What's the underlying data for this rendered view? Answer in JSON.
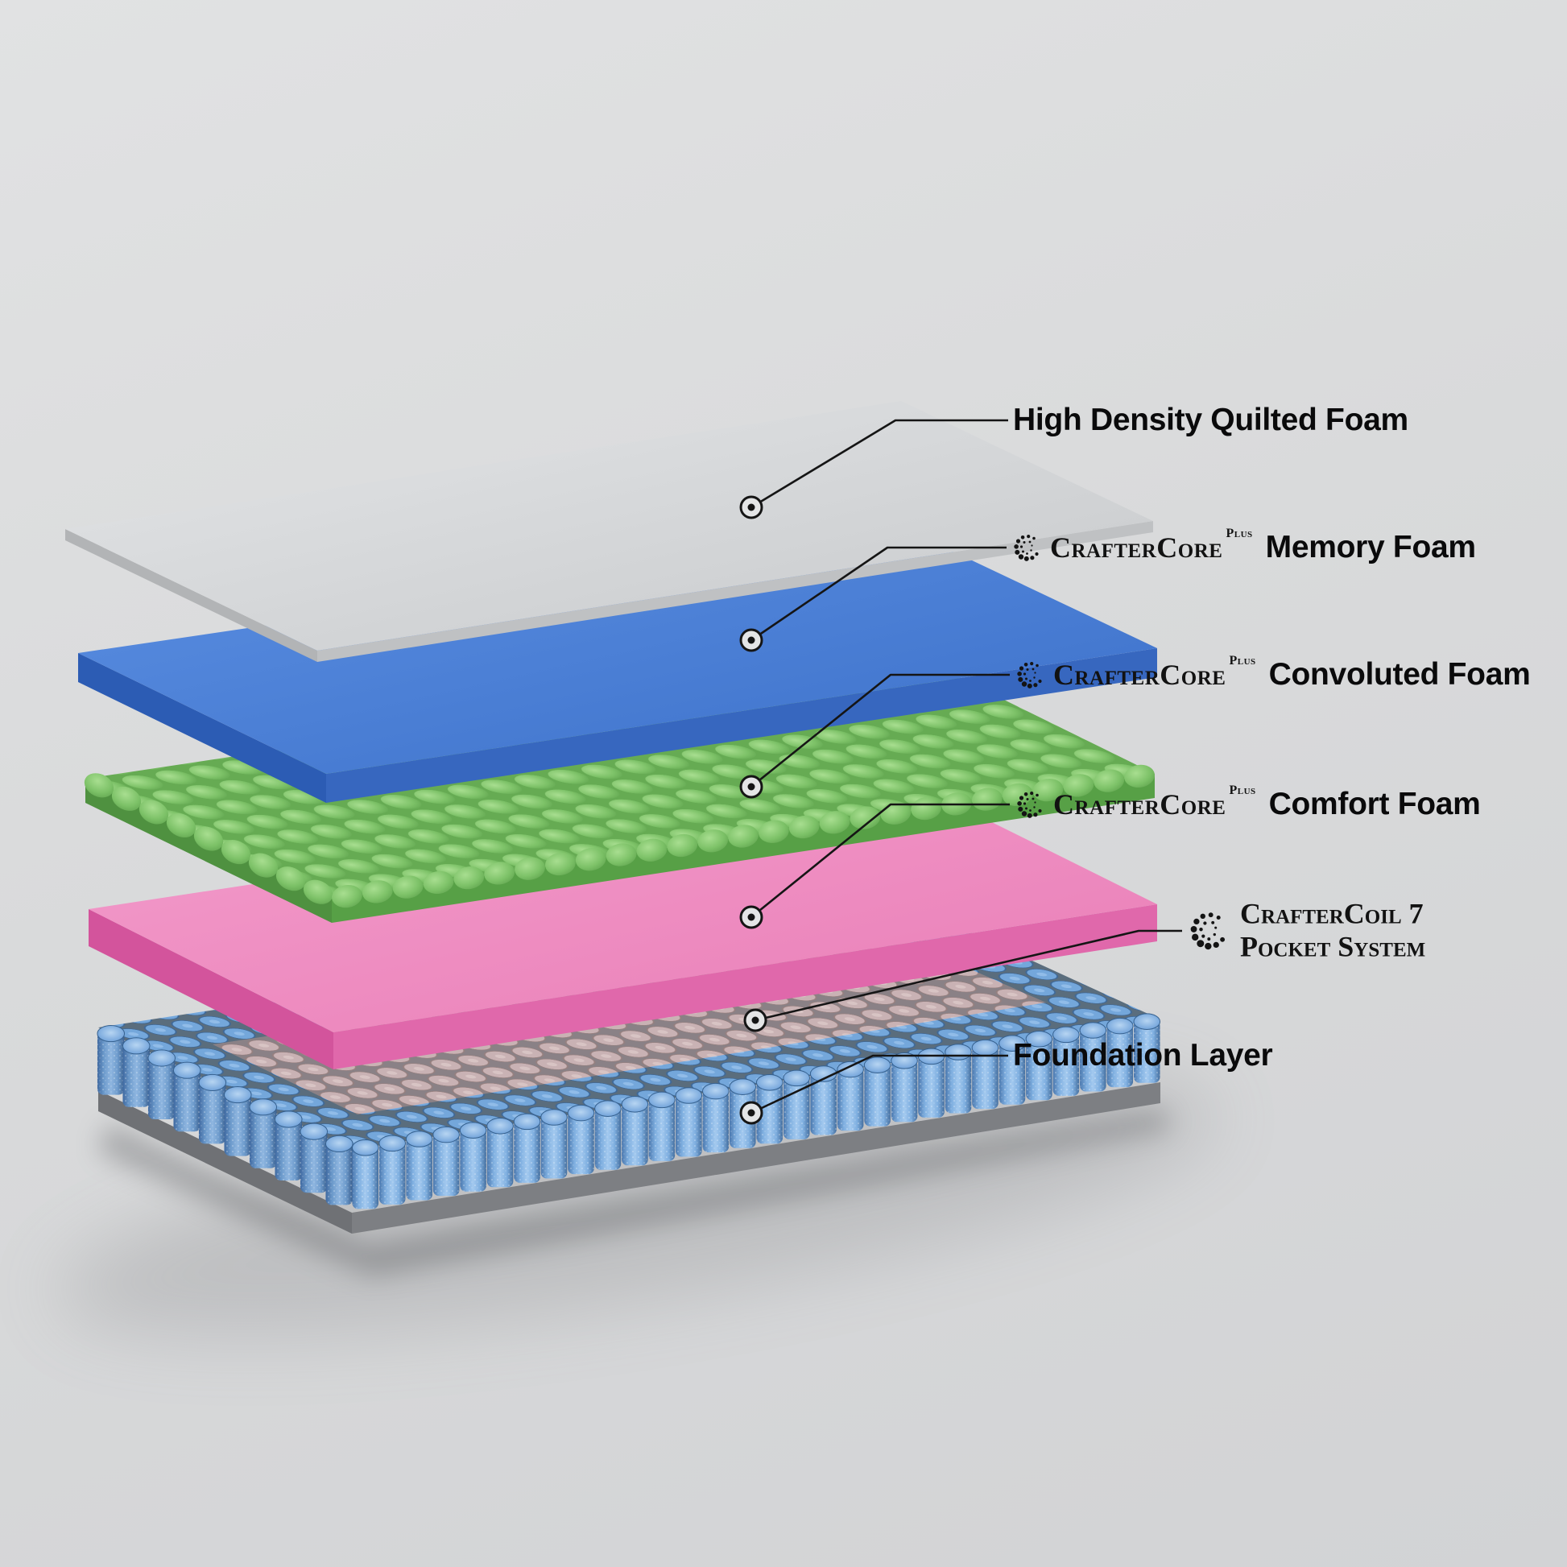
{
  "scene": {
    "title": "Mattress layers exploded diagram",
    "background_color": "#d9dadb",
    "line_color": "#151515"
  },
  "callouts": {
    "quilted": {
      "label": "High Density Quilted Foam"
    },
    "memory": {
      "brand": "CrafterCore",
      "brand_sup": "Plus",
      "label": "Memory Foam"
    },
    "convoluted": {
      "brand": "CrafterCore",
      "brand_sup": "Plus",
      "label": "Convoluted Foam"
    },
    "comfort": {
      "brand": "CrafterCore",
      "brand_sup": "Plus",
      "label": "Comfort Foam"
    },
    "coil": {
      "line1": "CrafterCoil 7",
      "line2": "Pocket System"
    },
    "foundation": {
      "label": "Foundation Layer"
    }
  },
  "layers": [
    {
      "name": "High Density Quilted Foam",
      "color": "#d4d6d8"
    },
    {
      "name": "Memory Foam",
      "color": "#4a7fd6"
    },
    {
      "name": "Convoluted Foam",
      "color": "#7cc167"
    },
    {
      "name": "Comfort Foam",
      "color": "#ee8cc1"
    },
    {
      "name": "CrafterCoil 7 Pocket System",
      "color": "#74a7db",
      "center_color": "#c9b2b4"
    },
    {
      "name": "Foundation Layer",
      "color": "#7d7f83"
    }
  ],
  "icons": {
    "craftercore": "dotted-c-emblem",
    "craftercoil": "dotted-c-emblem"
  }
}
